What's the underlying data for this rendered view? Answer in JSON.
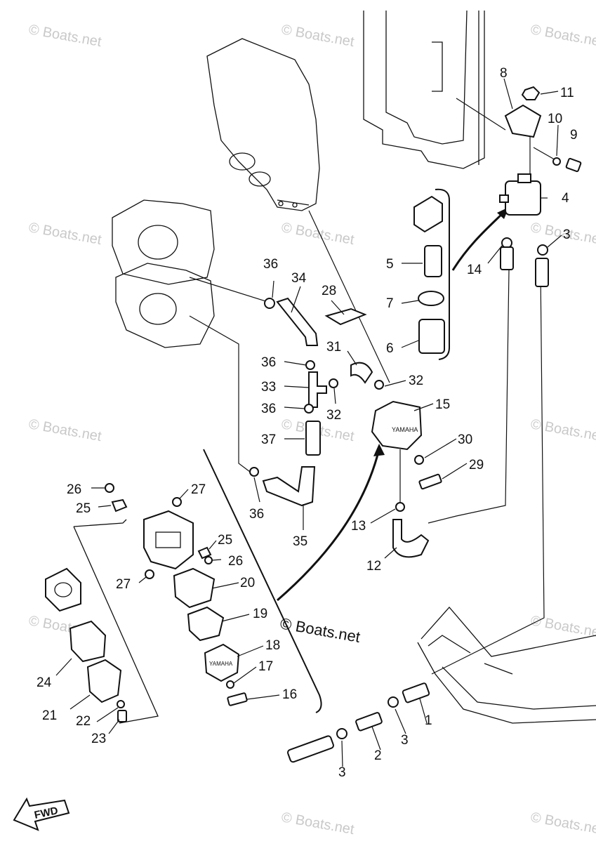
{
  "watermark": "© Boats.net",
  "brand_label": "© Boats.net",
  "brand_icon": "boats-net-copyright-logo",
  "fwd_label": "FWD",
  "fwd_icon": "forward-arrow-icon",
  "callouts": [
    "1",
    "2",
    "3",
    "3",
    "3",
    "4",
    "5",
    "6",
    "7",
    "8",
    "9",
    "10",
    "11",
    "12",
    "13",
    "14",
    "15",
    "16",
    "17",
    "18",
    "19",
    "20",
    "21",
    "22",
    "23",
    "24",
    "25",
    "25",
    "26",
    "26",
    "27",
    "27",
    "28",
    "29",
    "30",
    "31",
    "32",
    "32",
    "33",
    "34",
    "35",
    "36",
    "36",
    "36",
    "36",
    "37"
  ]
}
